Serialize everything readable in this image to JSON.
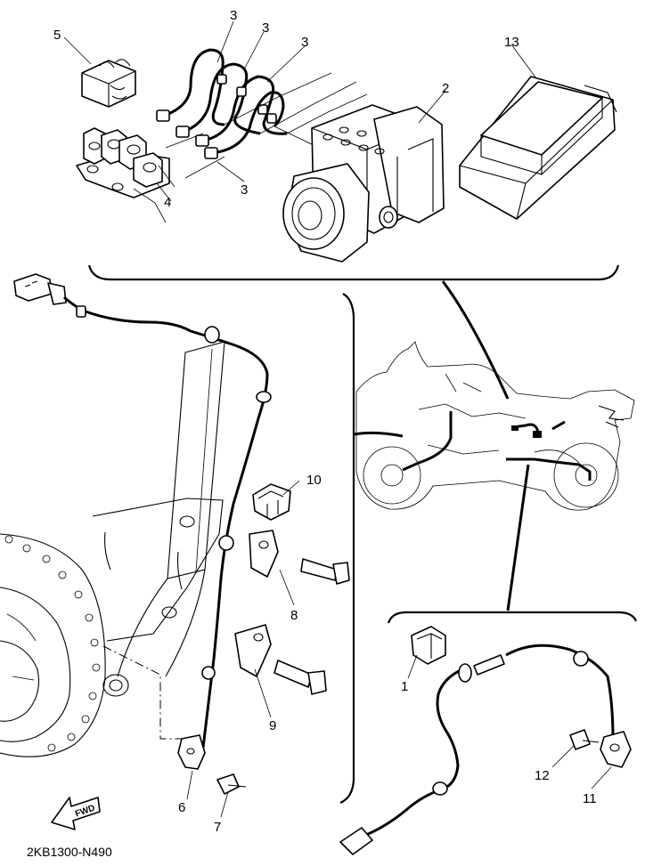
{
  "diagram_code": "2KB1300-N490",
  "fwd_label": "FWD",
  "callouts": {
    "c1": "1",
    "c2": "2",
    "c3a": "3",
    "c3b": "3",
    "c3c": "3",
    "c3d": "3",
    "c4": "4",
    "c5": "5",
    "c6": "6",
    "c7": "7",
    "c8": "8",
    "c9": "9",
    "c10": "10",
    "c11": "11",
    "c12": "12",
    "c13": "13"
  }
}
